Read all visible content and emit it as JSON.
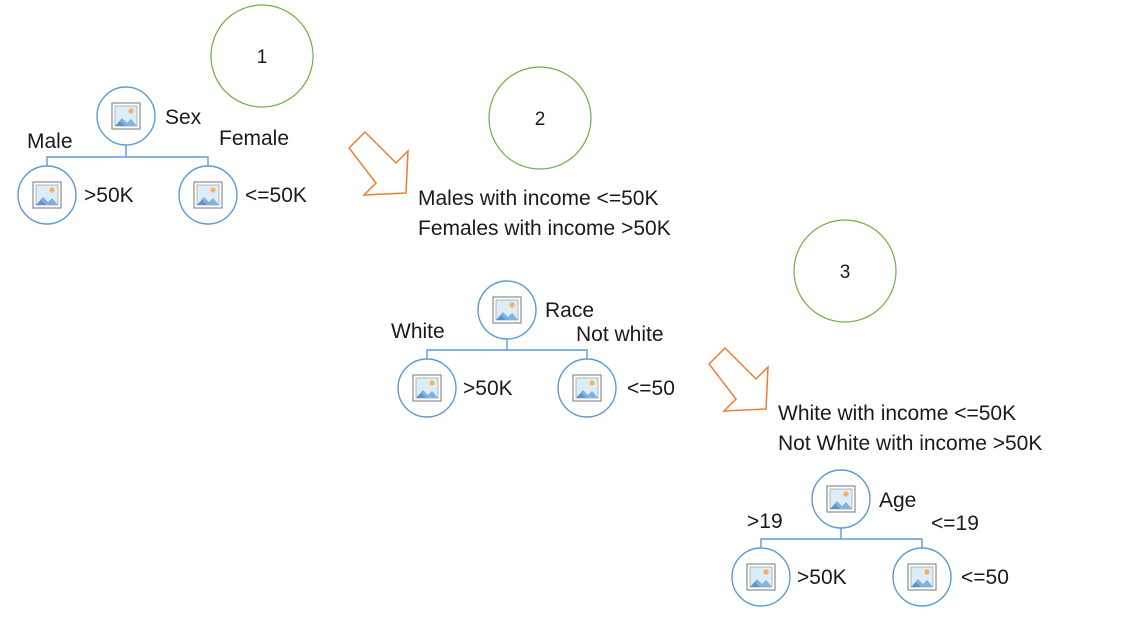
{
  "steps": [
    {
      "number": "1"
    },
    {
      "number": "2"
    },
    {
      "number": "3"
    }
  ],
  "trees": [
    {
      "root": "Sex",
      "left_branch": "Male",
      "right_branch": "Female",
      "left_leaf": ">50K",
      "right_leaf": "<=50K"
    },
    {
      "root": "Race",
      "left_branch": "White",
      "right_branch": "Not white",
      "left_leaf": ">50K",
      "right_leaf": "<=50"
    },
    {
      "root": "Age",
      "left_branch": ">19",
      "right_branch": "<=19",
      "left_leaf": ">50K",
      "right_leaf": "<=50"
    }
  ],
  "transitions": [
    {
      "line1": "Males with income <=50K",
      "line2": "Females with income >50K"
    },
    {
      "line1": "White with income <=50K",
      "line2": "Not White with income >50K"
    }
  ],
  "colors": {
    "step_circle": "#70ad47",
    "arrow": "#ed7d31",
    "node_border": "#5b9bd5",
    "connector": "#5b9bd5"
  },
  "icons": {
    "node": "image-placeholder-icon"
  }
}
